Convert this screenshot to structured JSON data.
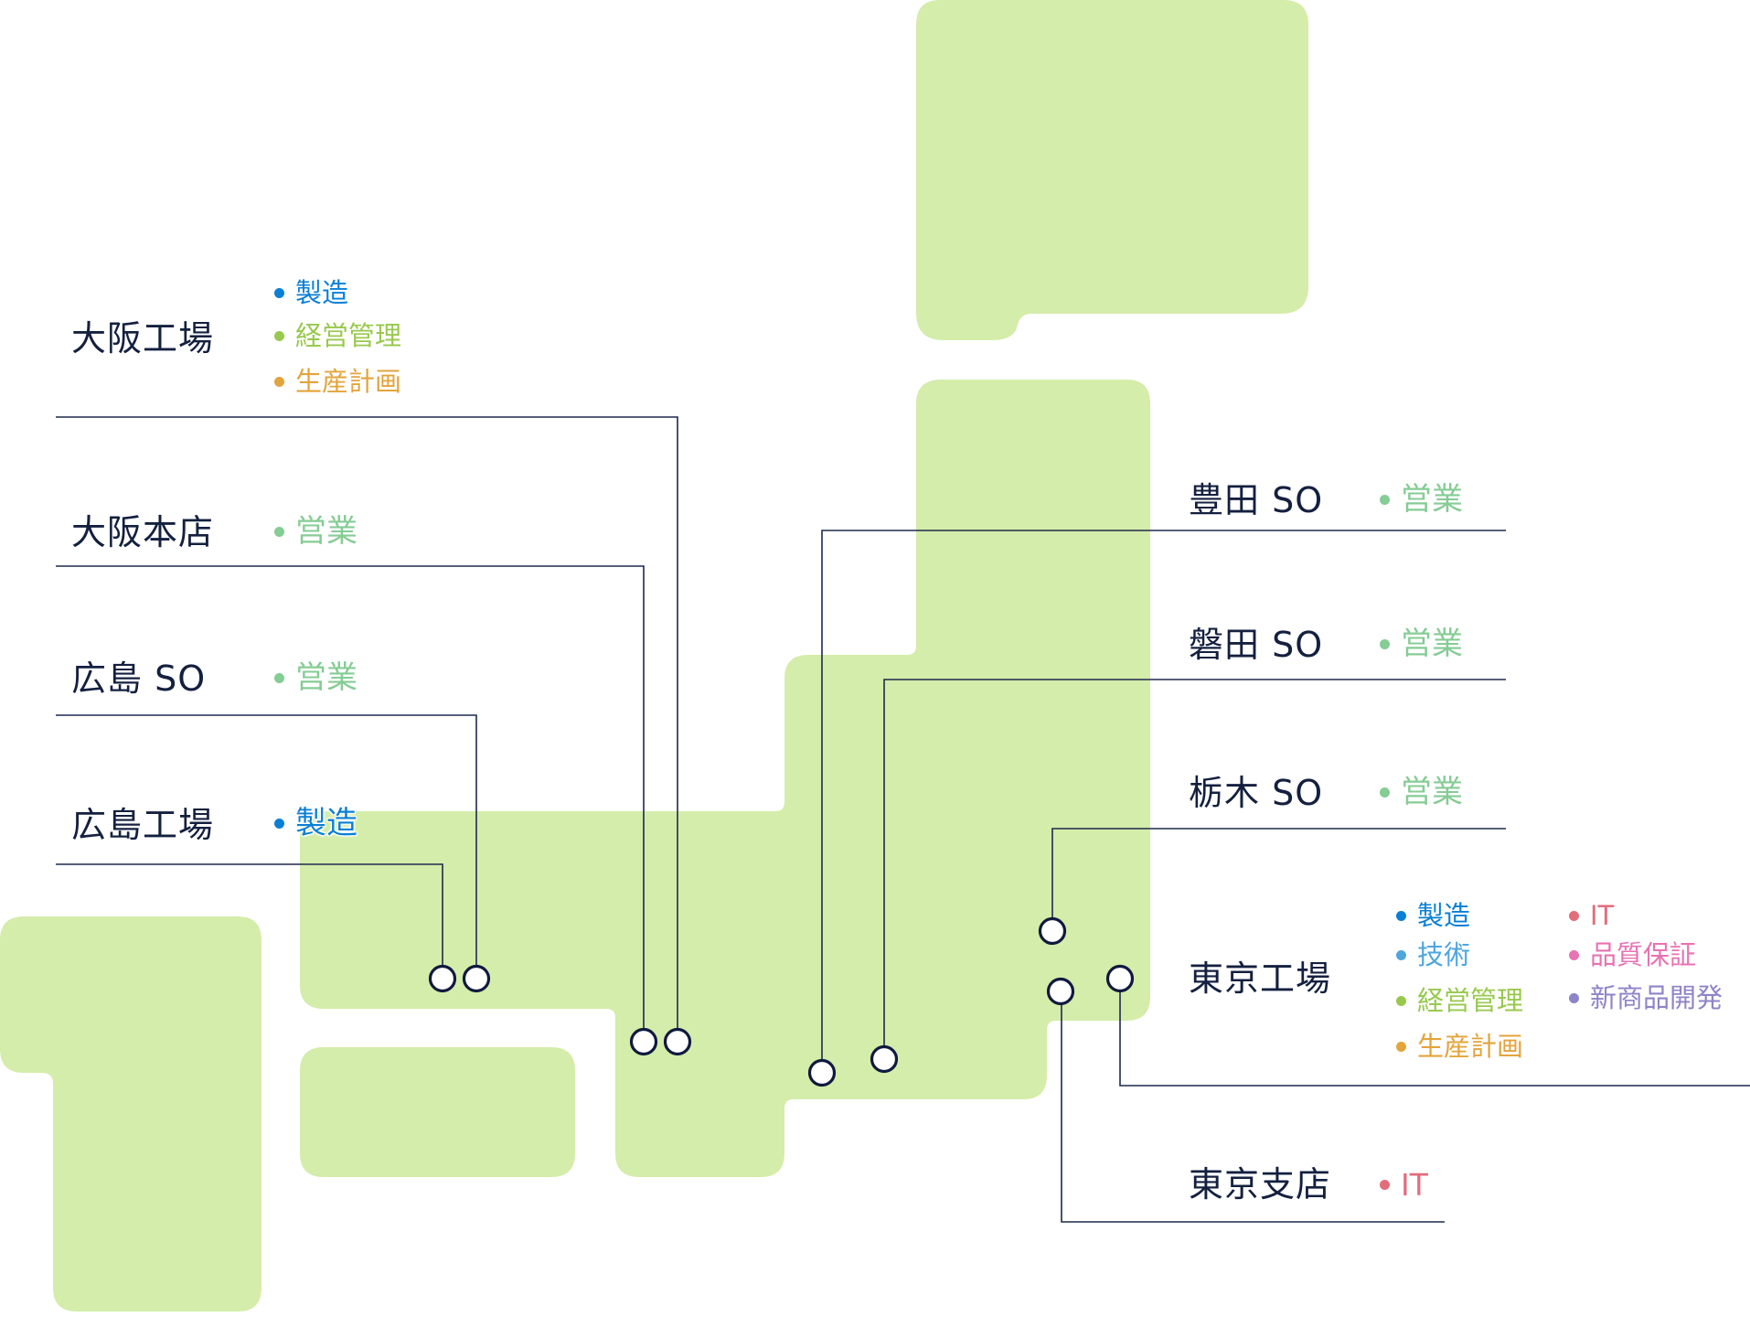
{
  "map_title": "Japan office locations map",
  "colors": {
    "land": "#d4edaa",
    "connector": "#1e2a4d",
    "site_text": "#14203f"
  },
  "departments": {
    "manufacturing": {
      "label": "製造",
      "color": "#0a7fd6"
    },
    "engineering": {
      "label": "技術",
      "color": "#4fa6de"
    },
    "management": {
      "label": "経営管理",
      "color": "#98c94e"
    },
    "production_planning": {
      "label": "生産計画",
      "color": "#e3a43c"
    },
    "sales": {
      "label": "営業",
      "color": "#86cc95"
    },
    "it": {
      "label": "IT",
      "color": "#e26d7b"
    },
    "quality_assurance": {
      "label": "品質保証",
      "color": "#e872b2"
    },
    "new_product_dev": {
      "label": "新商品開発",
      "color": "#8e84c8"
    }
  },
  "sites": {
    "osaka_factory": {
      "name": "大阪工場",
      "depts": [
        "製造",
        "経営管理",
        "生産計画"
      ]
    },
    "osaka_hq": {
      "name": "大阪本店",
      "depts": [
        "営業"
      ]
    },
    "hiroshima_so": {
      "name": "広島 SO",
      "depts": [
        "営業"
      ]
    },
    "hiroshima_factory": {
      "name": "広島工場",
      "depts": [
        "製造"
      ]
    },
    "toyota_so": {
      "name": "豊田 SO",
      "depts": [
        "営業"
      ]
    },
    "iwata_so": {
      "name": "磐田 SO",
      "depts": [
        "営業"
      ]
    },
    "tochigi_so": {
      "name": "栃木 SO",
      "depts": [
        "営業"
      ]
    },
    "tokyo_factory": {
      "name": "東京工場",
      "depts": [
        "製造",
        "技術",
        "経営管理",
        "生産計画",
        "IT",
        "品質保証",
        "新商品開発"
      ]
    },
    "tokyo_branch": {
      "name": "東京支店",
      "depts": [
        "IT"
      ]
    }
  }
}
